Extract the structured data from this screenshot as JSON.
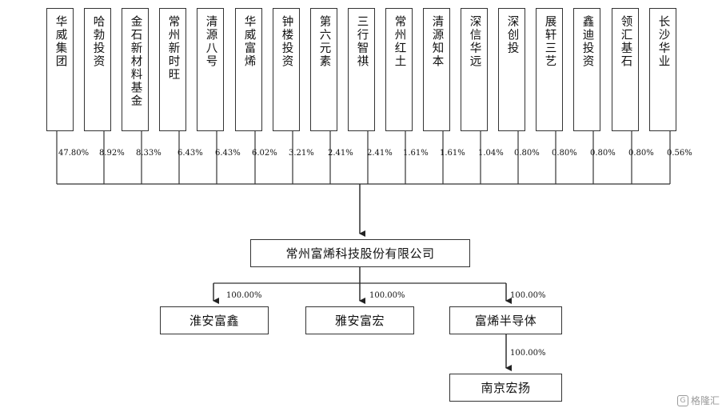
{
  "shareholders": [
    {
      "name": "华威集团",
      "pct": "47.80%"
    },
    {
      "name": "哈勃投资",
      "pct": "8.92%"
    },
    {
      "name": "金石新材料基金",
      "pct": "8.33%"
    },
    {
      "name": "常州新时旺",
      "pct": "6.43%"
    },
    {
      "name": "清源八号",
      "pct": "6.43%"
    },
    {
      "name": "华威富烯",
      "pct": "6.02%"
    },
    {
      "name": "钟楼投资",
      "pct": "3.21%"
    },
    {
      "name": "第六元素",
      "pct": "2.41%"
    },
    {
      "name": "三行智祺",
      "pct": "2.41%"
    },
    {
      "name": "常州红土",
      "pct": "1.61%"
    },
    {
      "name": "清源知本",
      "pct": "1.61%"
    },
    {
      "name": "深信华远",
      "pct": "1.04%"
    },
    {
      "name": "深创投",
      "pct": "0.80%"
    },
    {
      "name": "展轩三艺",
      "pct": "0.80%"
    },
    {
      "name": "鑫迪投资",
      "pct": "0.80%"
    },
    {
      "name": "领汇基石",
      "pct": "0.80%"
    },
    {
      "name": "长沙华业",
      "pct": "0.56%"
    }
  ],
  "company": "常州富烯科技股份有限公司",
  "subsidiaries": [
    {
      "name": "淮安富鑫",
      "pct": "100.00%"
    },
    {
      "name": "雅安富宏",
      "pct": "100.00%"
    },
    {
      "name": "富烯半导体",
      "pct": "100.00%"
    }
  ],
  "second_level": {
    "name": "南京宏扬",
    "pct": "100.00%"
  },
  "watermark": "格隆汇"
}
